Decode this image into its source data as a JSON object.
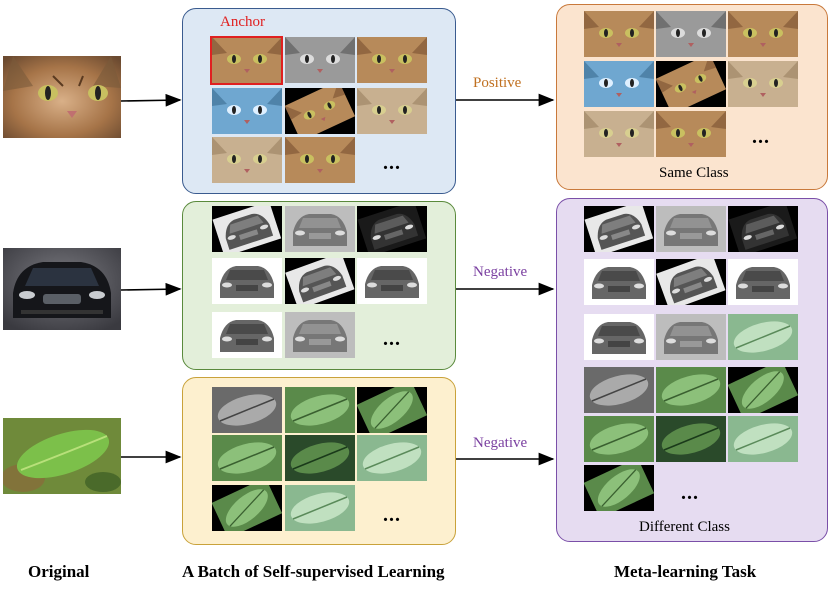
{
  "labels": {
    "anchor": "Anchor",
    "positive": "Positive",
    "negative_top": "Negative",
    "negative_bottom": "Negative",
    "same_class": "Same Class",
    "different_class": "Different Class",
    "ellipsis": "..."
  },
  "footer": {
    "original": "Original",
    "batch": "A Batch of Self-supervised Learning",
    "meta": "Meta-learning Task"
  },
  "colors": {
    "panel_cat_bg": "#dde8f4",
    "panel_cat_border": "#3a5b8f",
    "panel_car_bg": "#e3efda",
    "panel_car_border": "#5a8a3c",
    "panel_leaf_bg": "#fdf0cf",
    "panel_leaf_border": "#c9a23a",
    "panel_same_bg": "#fbe4cf",
    "panel_same_border": "#c9793b",
    "panel_diff_bg": "#e6dcf1",
    "panel_diff_border": "#7a4fa8",
    "anchor_red": "#e02020",
    "positive_text": "#c07020",
    "negative_text": "#7a3fa0"
  }
}
